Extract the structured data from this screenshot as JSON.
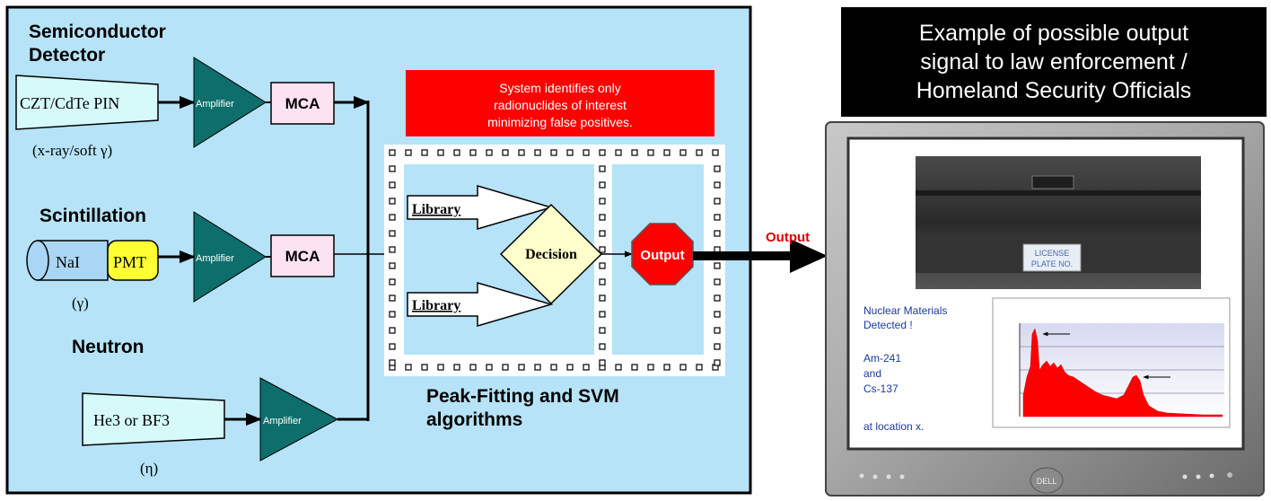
{
  "detectors": {
    "semiconductor": {
      "title_line1": "Semiconductor",
      "title_line2": "Detector",
      "sensor": "CZT/CdTe PIN",
      "note": "(x-ray/soft γ)"
    },
    "scintillation": {
      "title": "Scintillation",
      "crystal": "NaI",
      "pmt": "PMT",
      "note": "(γ)"
    },
    "neutron": {
      "title": "Neutron",
      "sensor": "He3 or BF3",
      "note": "(η)"
    }
  },
  "amplifier_label": "Amplifier",
  "mca_label": "MCA",
  "callout": {
    "line1": "System identifies only",
    "line2": "radionuclides of interest",
    "line3": "minimizing false positives."
  },
  "processing": {
    "library_label": "Library",
    "decision_label": "Decision",
    "output_label": "Output",
    "caption_line1": "Peak-Fitting and SVM",
    "caption_line2": "algorithms"
  },
  "output_arrow_label": "Output",
  "headline": {
    "line1": "Example of possible output",
    "line2": "signal to law enforcement /",
    "line3": "Homeland Security Officials"
  },
  "monitor": {
    "plate_line1": "LICENSE",
    "plate_line2": "PLATE NO.",
    "report_line1": "Nuclear Materials",
    "report_line2": "Detected !",
    "isotope1": "Am-241",
    "conj": "and",
    "isotope2": "Cs-137",
    "location": "at location x.",
    "brand": "DELL"
  },
  "colors": {
    "panel": "#b6e3f7",
    "amplifier": "#0e6e6b",
    "mca": "#fde2f2",
    "sensor": "#d6fafa",
    "pmt": "#ffff33",
    "decision": "#ffffcc",
    "stop": "#ff0000",
    "callout": "#ff0000",
    "spectrum": "#ff0000"
  }
}
